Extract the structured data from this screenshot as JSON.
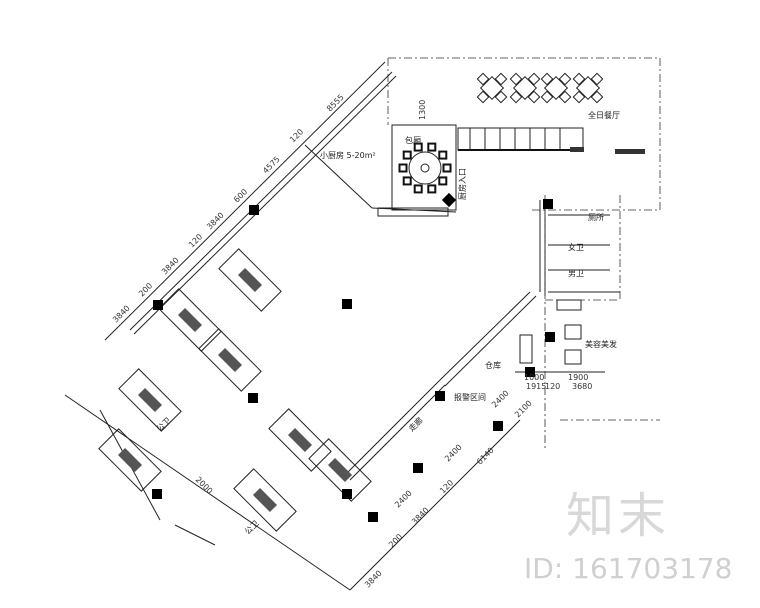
{
  "rooms": {
    "all_day_dining": "全日餐厅",
    "small_kitchen": "小厨房 5-20m²",
    "private_room": "包厢",
    "kitchen_entrance": "厨房入口",
    "toilet": "厕所",
    "female_wc": "女卫",
    "male_wc": "男卫",
    "beauty_salon": "美容美发",
    "storage": "仓库",
    "store_room": "报警区间",
    "corridor": "走廊",
    "public_wc": "公卫"
  },
  "dimensions": {
    "top_diag": [
      "8555",
      "120",
      "4575",
      "600",
      "3840",
      "120",
      "3840",
      "200",
      "3840"
    ],
    "restaurant": [
      "1300"
    ],
    "right": [
      "1000",
      "1900",
      "1915",
      "120",
      "3680"
    ],
    "lower_right": [
      "2100",
      "2400",
      "6140",
      "120",
      "2400",
      "2400",
      "3840",
      "200",
      "3840"
    ],
    "left": [
      "2000"
    ]
  },
  "watermark": {
    "logo": "知末",
    "id": "ID: 161703178"
  }
}
